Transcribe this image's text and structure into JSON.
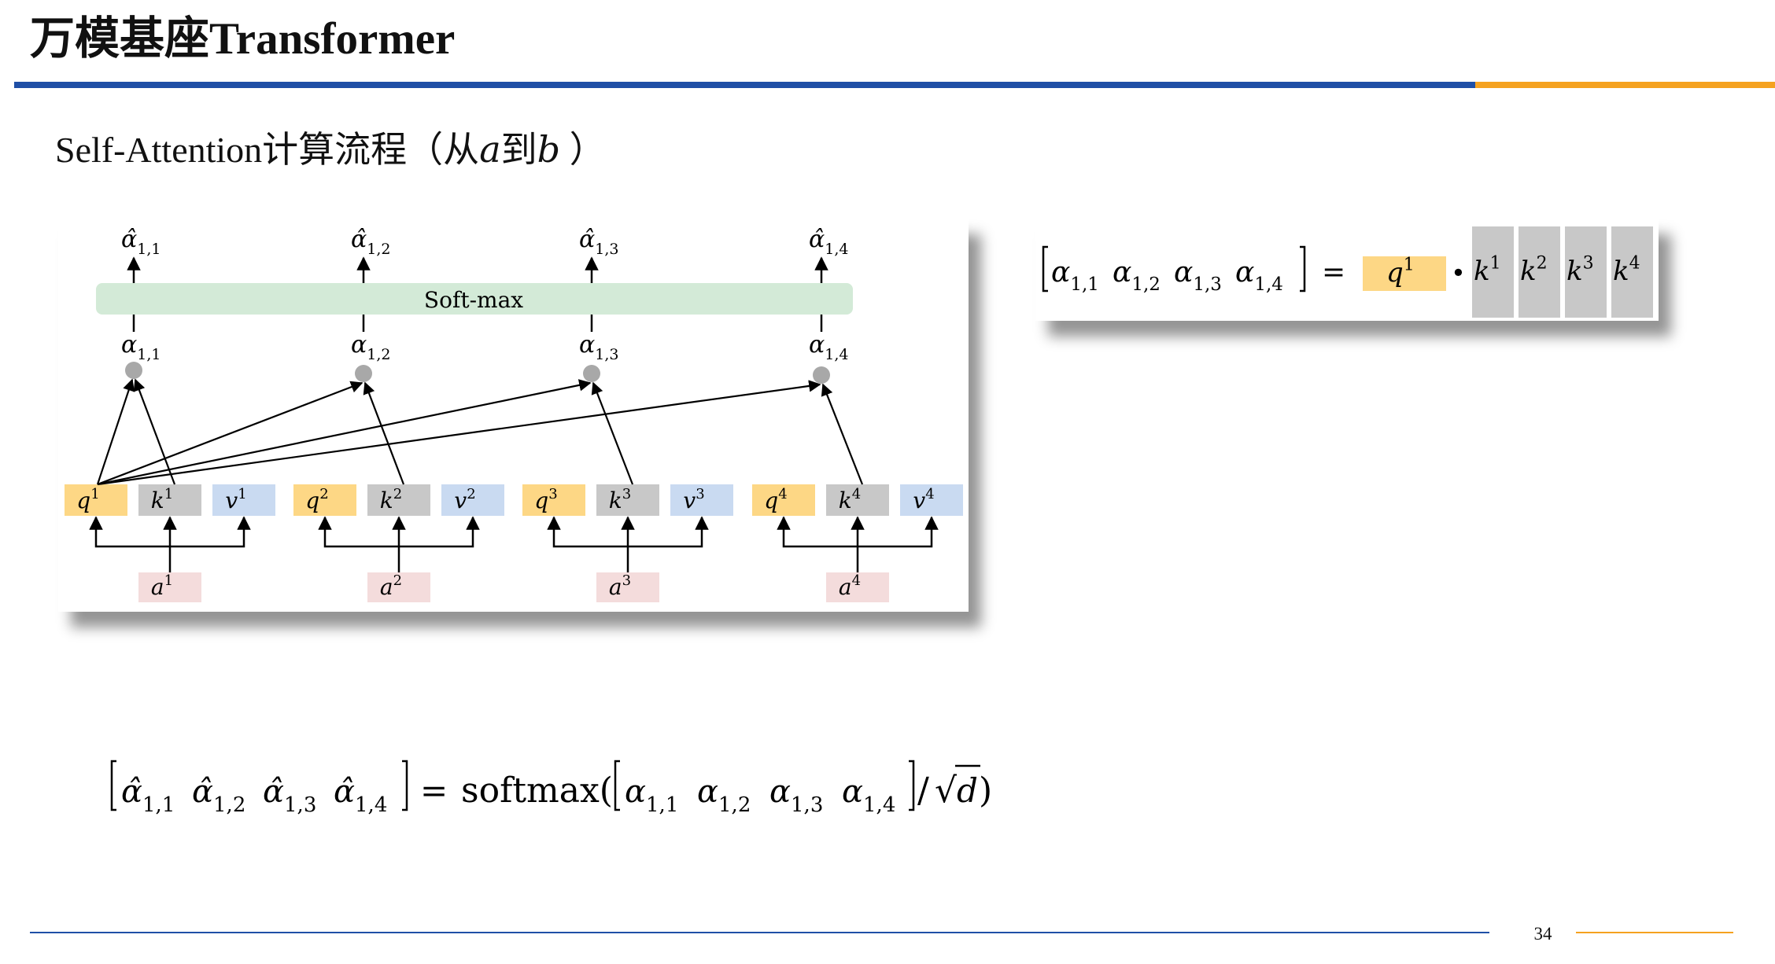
{
  "header": {
    "title": "万模基座Transformer",
    "accent_blue": "#1f4fa6",
    "accent_orange": "#f5a21f"
  },
  "subtitle": {
    "prefix": "Self-Attention计算流程（从",
    "var_a": "a",
    "middle": "到",
    "var_b": "b",
    "suffix": " ）"
  },
  "diagram": {
    "softmax_label": "Soft-max",
    "outputs": [
      {
        "base": "α̂",
        "sub": "1,1"
      },
      {
        "base": "α̂",
        "sub": "1,2"
      },
      {
        "base": "α̂",
        "sub": "1,3"
      },
      {
        "base": "α̂",
        "sub": "1,4"
      }
    ],
    "scores": [
      {
        "base": "α",
        "sub": "1,1"
      },
      {
        "base": "α",
        "sub": "1,2"
      },
      {
        "base": "α",
        "sub": "1,3"
      },
      {
        "base": "α",
        "sub": "1,4"
      }
    ],
    "groups": [
      {
        "q": "q",
        "k": "k",
        "v": "v",
        "a": "a",
        "idx": "1"
      },
      {
        "q": "q",
        "k": "k",
        "v": "v",
        "a": "a",
        "idx": "2"
      },
      {
        "q": "q",
        "k": "k",
        "v": "v",
        "a": "a",
        "idx": "3"
      },
      {
        "q": "q",
        "k": "k",
        "v": "v",
        "a": "a",
        "idx": "4"
      }
    ],
    "colors": {
      "q": "#fdd785",
      "k": "#c8c8c8",
      "v": "#c9daf1",
      "a": "#f4dcdc",
      "softmax": "#d3ead7",
      "node": "#a8a8a8"
    }
  },
  "formula_top": {
    "lhs": [
      {
        "base": "α",
        "sub": "1,1"
      },
      {
        "base": "α",
        "sub": "1,2"
      },
      {
        "base": "α",
        "sub": "1,3"
      },
      {
        "base": "α",
        "sub": "1,4"
      }
    ],
    "equals": "=",
    "query": {
      "base": "q",
      "sup": "1"
    },
    "dot": "•",
    "keys": [
      {
        "base": "k",
        "sup": "1"
      },
      {
        "base": "k",
        "sup": "2"
      },
      {
        "base": "k",
        "sup": "3"
      },
      {
        "base": "k",
        "sup": "4"
      }
    ]
  },
  "formula_bottom": {
    "lhs": [
      {
        "base": "α̂",
        "sub": "1,1"
      },
      {
        "base": "α̂",
        "sub": "1,2"
      },
      {
        "base": "α̂",
        "sub": "1,3"
      },
      {
        "base": "α̂",
        "sub": "1,4"
      }
    ],
    "equals": "=",
    "func": "softmax(",
    "rhs": [
      {
        "base": "α",
        "sub": "1,1"
      },
      {
        "base": "α",
        "sub": "1,2"
      },
      {
        "base": "α",
        "sub": "1,3"
      },
      {
        "base": "α",
        "sub": "1,4"
      }
    ],
    "divide": "/",
    "sqrt_symbol": "√",
    "sqrt_arg": "d",
    "close_paren": ")"
  },
  "footer": {
    "page_number": "34"
  }
}
